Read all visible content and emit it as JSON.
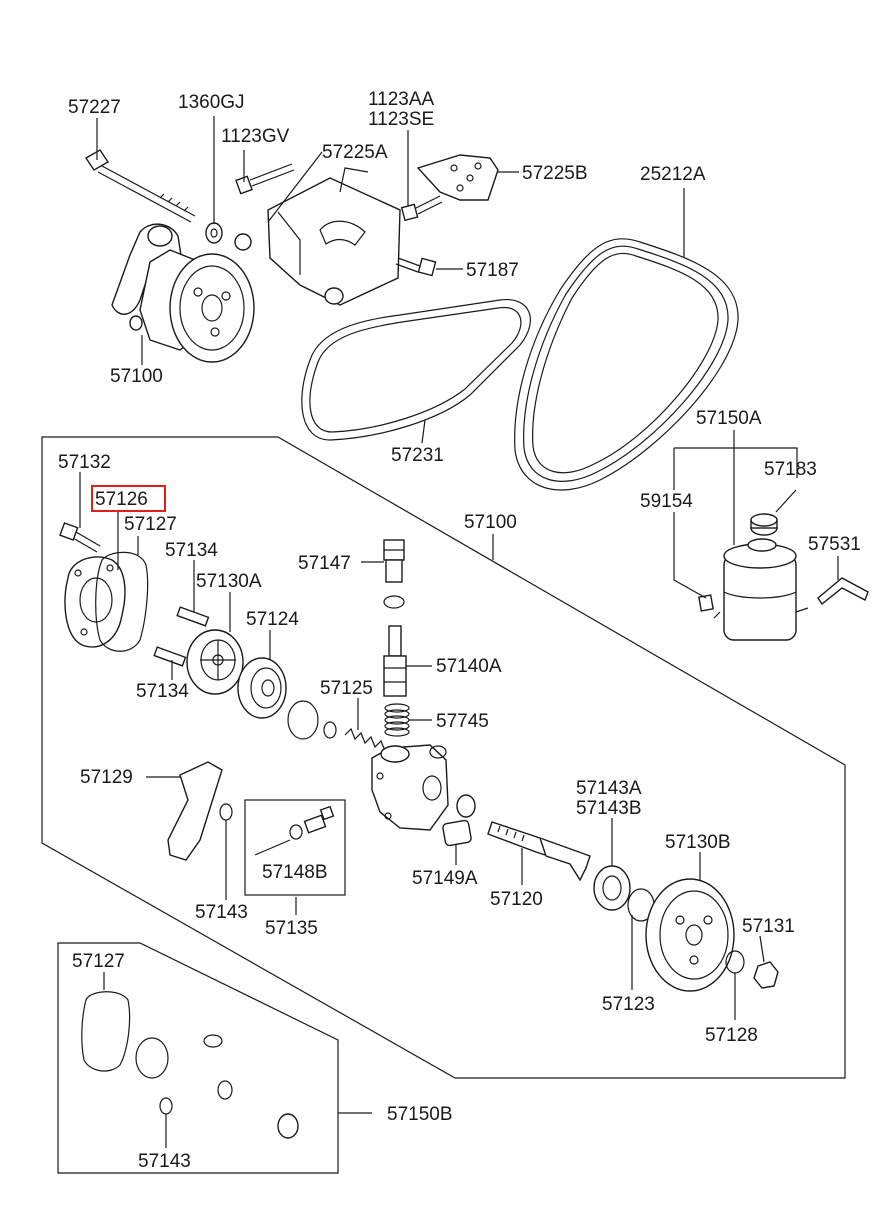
{
  "highlight_color": "#e2201b",
  "labels": {
    "l57227": "57227",
    "l1360GJ": "1360GJ",
    "l1123GV": "1123GV",
    "l1123AA": "1123AA",
    "l1123SE": "1123SE",
    "l57225A": "57225A",
    "l57225B": "57225B",
    "l25212A": "25212A",
    "l57187": "57187",
    "l57100_top": "57100",
    "l57231": "57231",
    "l57150A": "57150A",
    "l57183": "57183",
    "l59154": "59154",
    "l57531": "57531",
    "l57132": "57132",
    "l57126": "57126",
    "l57127_top": "57127",
    "l57134_a": "57134",
    "l57130A": "57130A",
    "l57124": "57124",
    "l57134_b": "57134",
    "l57100_mid": "57100",
    "l57147": "57147",
    "l57140A": "57140A",
    "l57125": "57125",
    "l57745": "57745",
    "l57129": "57129",
    "l57143_mid": "57143",
    "l57148B": "57148B",
    "l57135": "57135",
    "l57149A": "57149A",
    "l57120": "57120",
    "l57143A": "57143A",
    "l57143B": "57143B",
    "l57130B": "57130B",
    "l57131": "57131",
    "l57123": "57123",
    "l57128": "57128",
    "l57127_bot": "57127",
    "l57150B": "57150B",
    "l57143_bot": "57143"
  }
}
